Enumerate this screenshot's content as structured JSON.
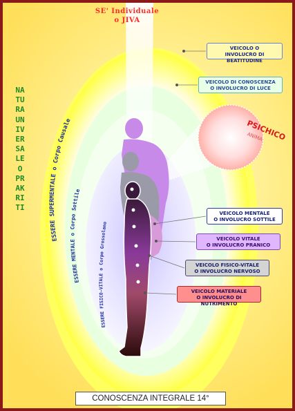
{
  "title": {
    "line1": "SE' Individuale",
    "line2": "o JIVA"
  },
  "side_text": "NATURA UNIVERSALE O PRAKRITI",
  "arc_labels": {
    "supermentale": "ESSERE SUPERMENTALE o Corpo Causale",
    "mentale": "ESSERE MENTALE o Corpo Sottile",
    "fisico_vitale": "ESSERE FISICO-VITALE o Corpo Grossolano"
  },
  "psichico": {
    "title": "PSICHICO",
    "subtitle": "ANIMA"
  },
  "labels": [
    {
      "line1": "VEICOLO O",
      "line2": "INVOLUCRO DI BEATITUDINE"
    },
    {
      "line1": "VEICOLO DI CONOSCENZA",
      "line2": "O INVOLUCRO DI LUCE"
    },
    {
      "line1": "VEICOLO MENTALE",
      "line2": "O INVOLUCRO SOTTILE"
    },
    {
      "line1": "VEICOLO VITALE",
      "line2": "O INVOLUCRO PRANICO"
    },
    {
      "line1": "VEICOLO FISICO-VITALE",
      "line2": "O INVOLUCRO NERVOSO"
    },
    {
      "line1": "VEICOLO MATERIALE",
      "line2": "O INVOLUCRO DI NUTRIMENTO"
    }
  ],
  "footer": "CONOSCENZA  INTEGRALE 14°",
  "colors": {
    "border": "#8a1a1a",
    "outer_field": "#ffe97a",
    "title_red": "#ff2a2a",
    "natura_green": "#1f8a2a",
    "arc_text_blue": "#1a2aa0",
    "psichico_red": "#d81a1a"
  }
}
